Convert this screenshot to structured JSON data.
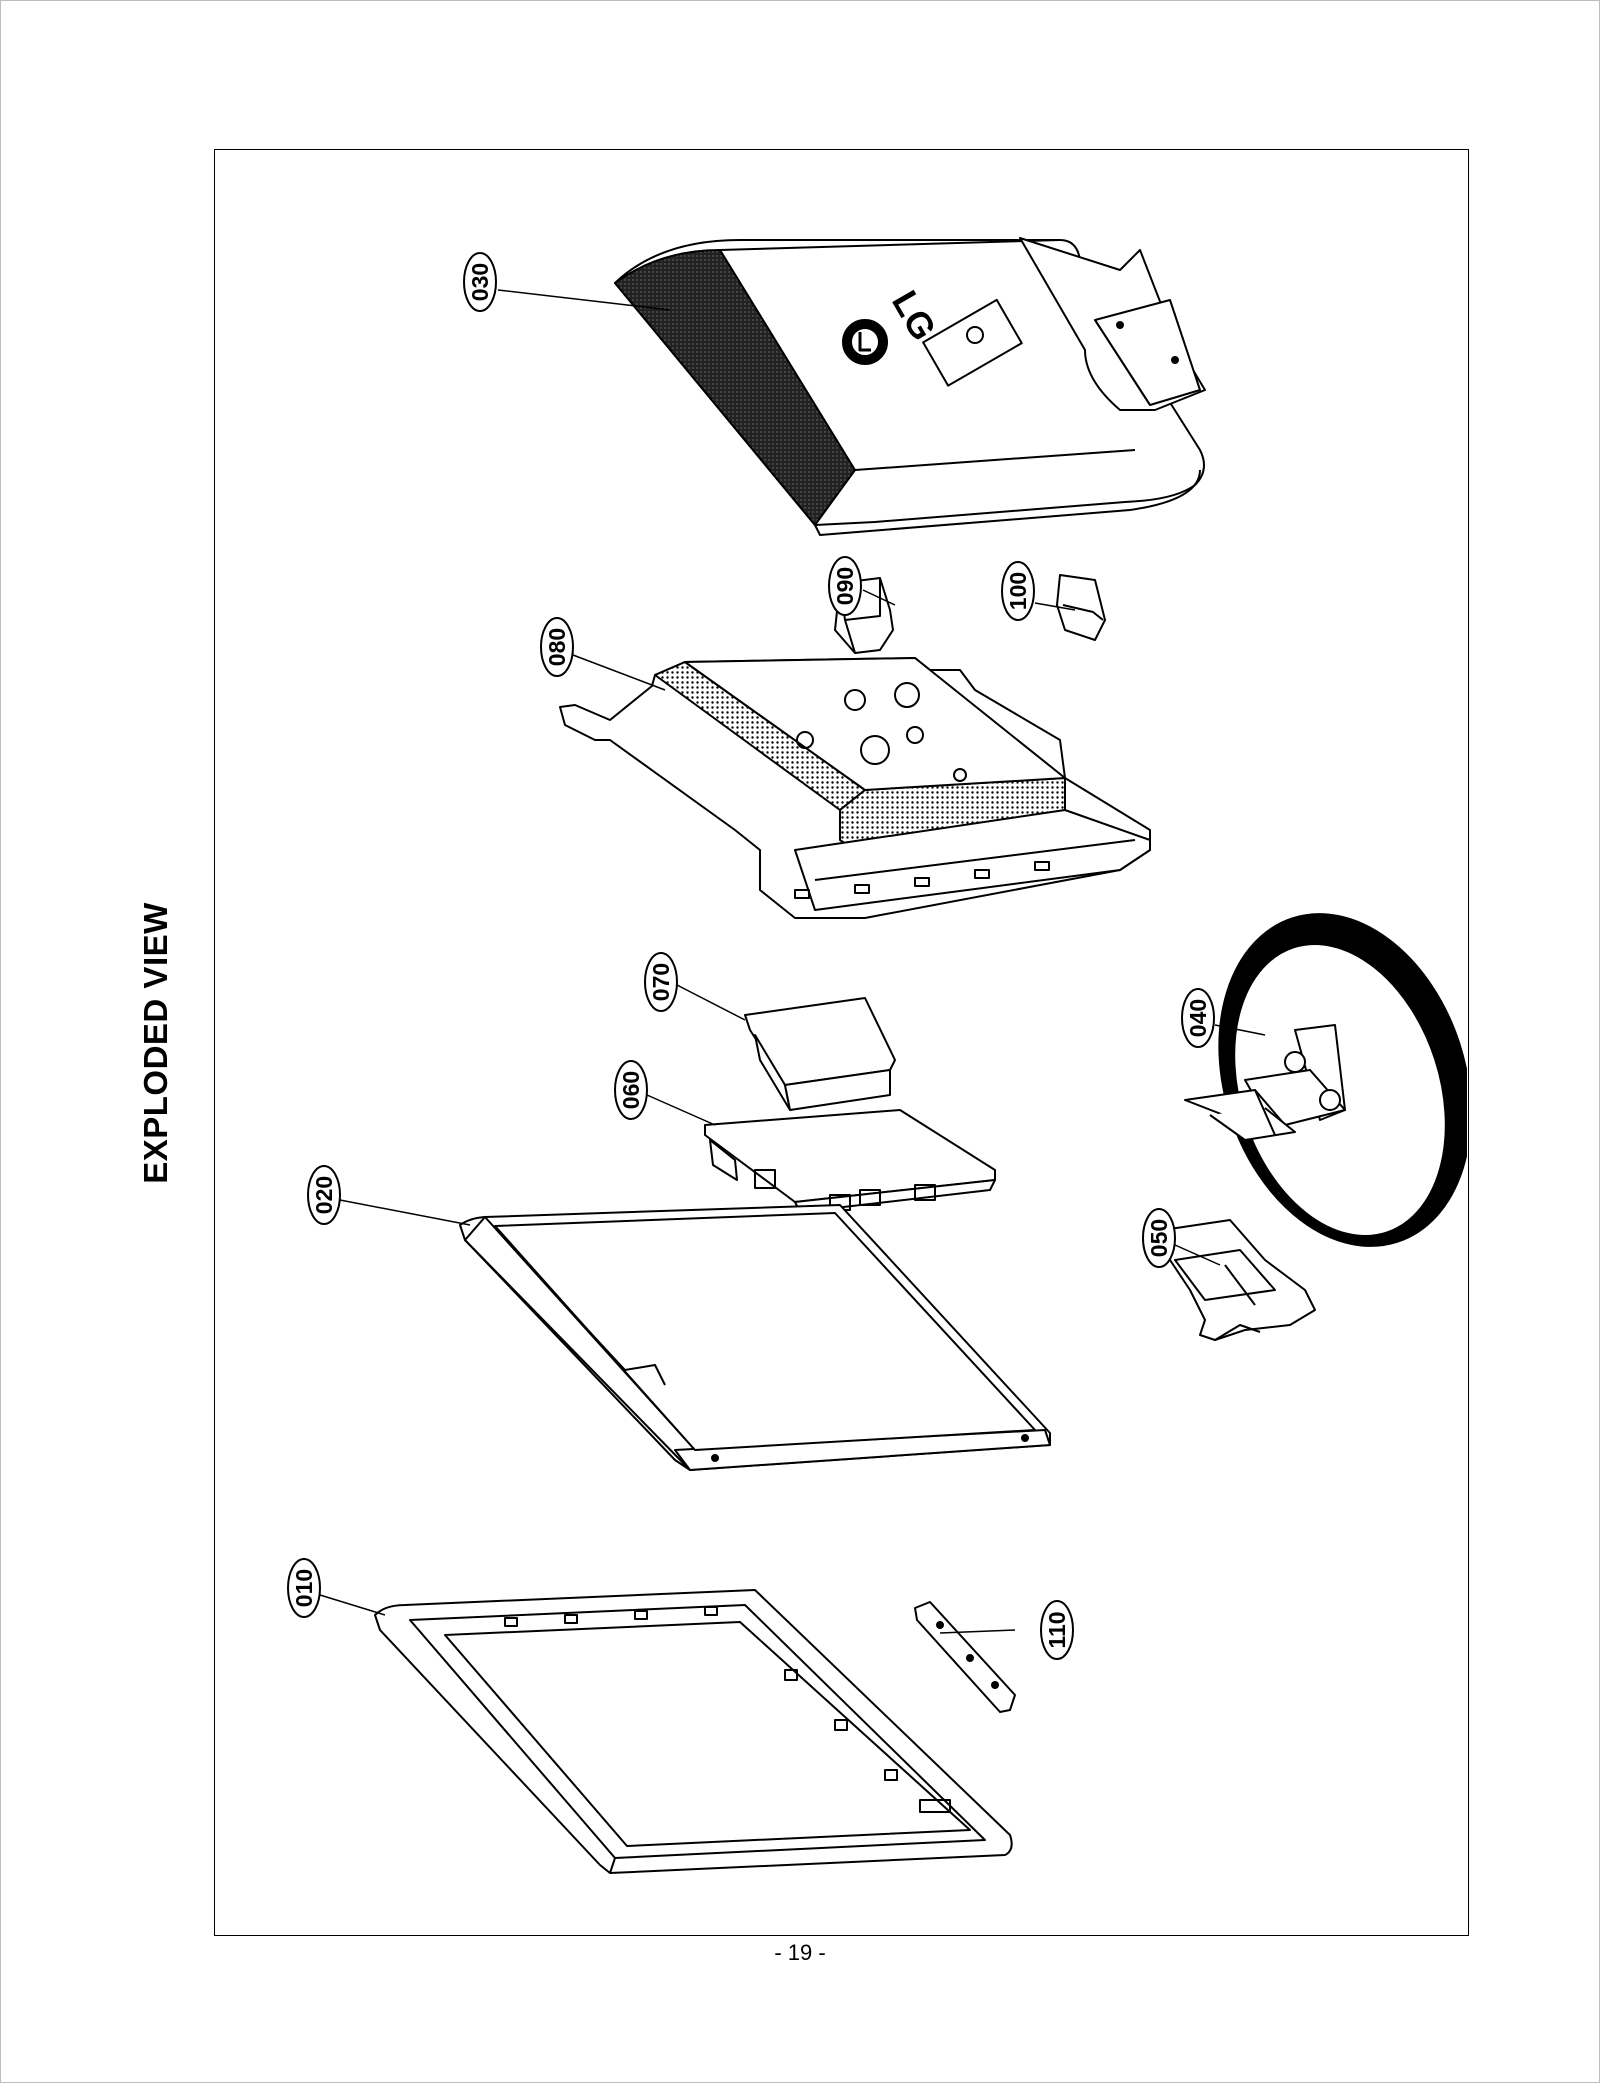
{
  "page": {
    "title": "EXPLODED VIEW",
    "page_number": "- 19 -",
    "logo_text": "LG"
  },
  "callouts": [
    {
      "id": "030",
      "label": "030",
      "part": "back-cover"
    },
    {
      "id": "090",
      "label": "090",
      "part": "hinge-cover-left"
    },
    {
      "id": "100",
      "label": "100",
      "part": "hinge-cover-right"
    },
    {
      "id": "080",
      "label": "080",
      "part": "shield-case"
    },
    {
      "id": "070",
      "label": "070",
      "part": "small-pcb"
    },
    {
      "id": "060",
      "label": "060",
      "part": "main-pcb"
    },
    {
      "id": "040",
      "label": "040",
      "part": "stand-base"
    },
    {
      "id": "020",
      "label": "020",
      "part": "lcd-module"
    },
    {
      "id": "050",
      "label": "050",
      "part": "stand-hinge"
    },
    {
      "id": "010",
      "label": "010",
      "part": "front-cabinet"
    },
    {
      "id": "110",
      "label": "110",
      "part": "control-pcb"
    }
  ]
}
